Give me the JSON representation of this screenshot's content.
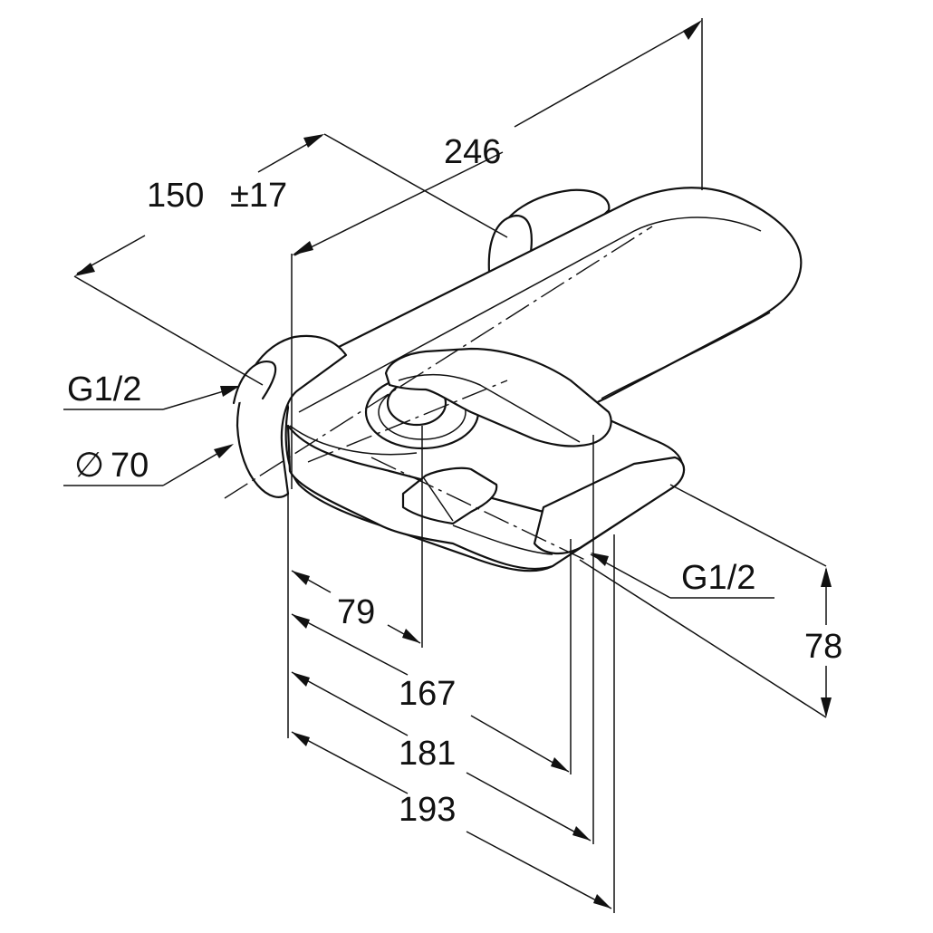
{
  "dimensions": {
    "width_246": "246",
    "depth_150": "150",
    "tolerance": "±17",
    "inlet_left": "G1/2",
    "diameter_symbol": "∅",
    "diameter_value": "70",
    "outlet_right": "G1/2",
    "height_78": "78",
    "d_79": "79",
    "d_167": "167",
    "d_181": "181",
    "d_193": "193"
  }
}
